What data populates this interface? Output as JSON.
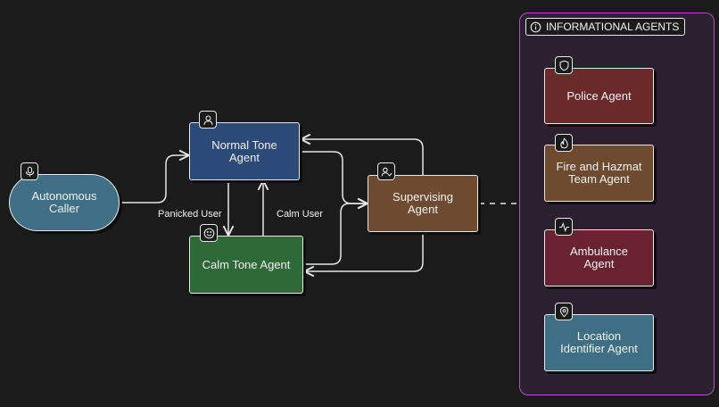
{
  "colors": {
    "background": "#1b1b1b",
    "caller": "#3e6f85",
    "normal_tone": "#2a4a78",
    "calm_tone": "#2e6a38",
    "supervising": "#6e4a2e",
    "police": "#6b2a2a",
    "fire": "#6e4a2e",
    "ambulance": "#6b2230",
    "location": "#3e6f85",
    "panel_border": "#b24fc4"
  },
  "nodes": {
    "caller": {
      "label": "Autonomous\nCaller",
      "icon": "microphone-icon"
    },
    "normal_tone": {
      "label": "Normal Tone\nAgent",
      "icon": "user-icon"
    },
    "calm_tone": {
      "label": "Calm Tone Agent",
      "icon": "smile-icon"
    },
    "supervising": {
      "label": "Supervising\nAgent",
      "icon": "user-check-icon"
    },
    "police": {
      "label": "Police Agent",
      "icon": "shield-icon"
    },
    "fire": {
      "label": "Fire and Hazmat\nTeam Agent",
      "icon": "flame-icon"
    },
    "ambulance": {
      "label": "Ambulance\nAgent",
      "icon": "pulse-icon"
    },
    "location": {
      "label": "Location\nIdentifier Agent",
      "icon": "map-pin-icon"
    }
  },
  "edges": {
    "panicked_label": "Panicked User",
    "calm_label": "Calm User"
  },
  "panel": {
    "title": "INFORMATIONAL AGENTS",
    "title_icon": "info-icon"
  }
}
